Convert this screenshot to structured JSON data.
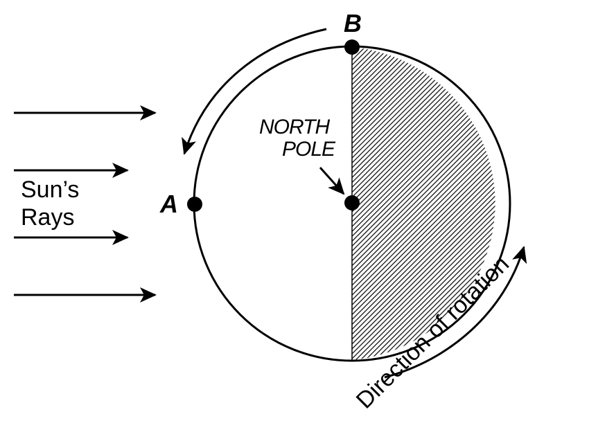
{
  "labels": {
    "point_b": "B",
    "point_a": "A",
    "north_pole_line1": "NORTH",
    "north_pole_line2": "POLE",
    "suns_rays_line1": "Sun’s",
    "suns_rays_line2": "Rays",
    "direction_of_rotation": "Direction of rotation"
  },
  "colors": {
    "ink": "#000000",
    "background": "#ffffff",
    "night_hatch": "#000000"
  }
}
